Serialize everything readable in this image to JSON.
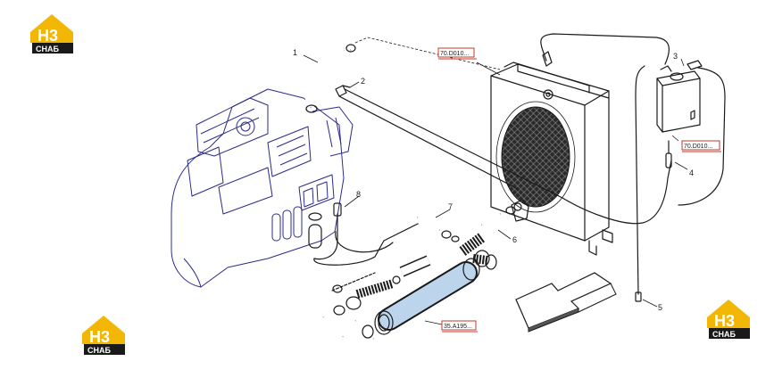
{
  "logo": {
    "mark": "H3",
    "word": "СНАБ",
    "color": "#f2b705",
    "dark": "#1a1a1a"
  },
  "callouts": [
    "1",
    "2",
    "3",
    "4",
    "5",
    "6",
    "7",
    "8"
  ],
  "refs": {
    "r1": "70.D010...",
    "r2": "70.D010...",
    "r3": "35.A195..."
  },
  "colors": {
    "ref_border": "#c0392b",
    "hose_blue": "#bcd4ec",
    "engine_ink": "#2b2b8a",
    "line": "#1a1a1a"
  }
}
